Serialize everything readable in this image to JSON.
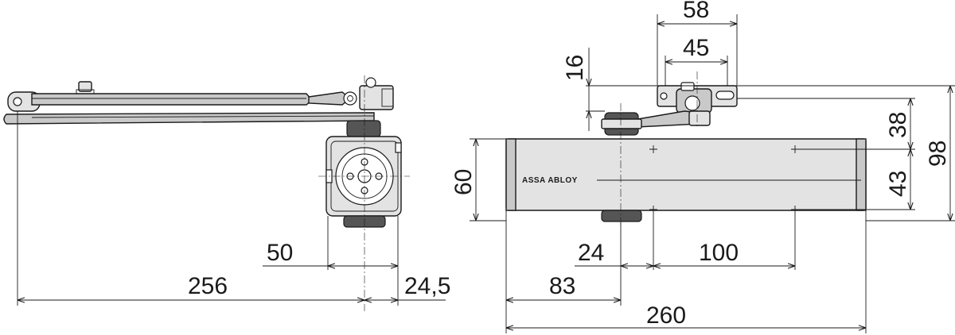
{
  "logo": "ASSA ABLOY",
  "dimensions": {
    "side_arm_length": "256",
    "side_bracket_offset": "50",
    "side_bracket_depth": "24,5",
    "front_body_length": "260",
    "front_pinion_offset": "83",
    "front_pinion_to_hole": "24",
    "front_hole_spacing": "100",
    "front_body_height": "60",
    "front_bracket_width": "58",
    "front_bracket_hole_spacing": "45",
    "front_bracket_height": "16",
    "front_upper_height": "38",
    "front_lower_height": "43",
    "front_total_height": "98"
  }
}
